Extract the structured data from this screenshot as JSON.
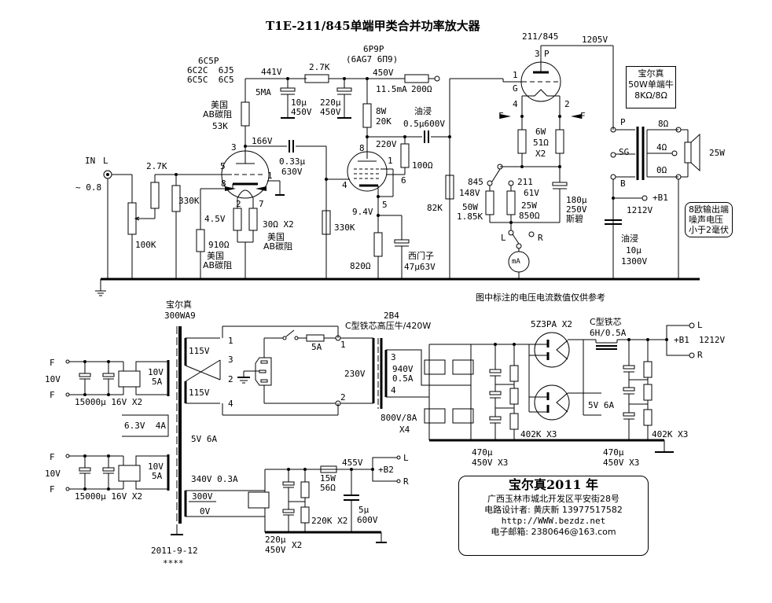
{
  "title": "T1E-211/845单端甲类合并功率放大器",
  "disclaimer": "图中标注的电压电流数值仅供参考",
  "input": {
    "label": "IN",
    "channel": "L",
    "level": "~ 0.8"
  },
  "stage1": {
    "tube": "6C5P",
    "equivalents_line1": "6C2C  6J5",
    "equivalents_line2": "6C5C  6C5",
    "supply_voltage": "441V",
    "plate_current": "5MA",
    "plate_voltage": "166V",
    "plate_resistor": {
      "brand_line1": "美国",
      "brand_line2": "AB碳阻",
      "value": "53K"
    },
    "grid_stopper": "2.7K",
    "volume_pot": "100K",
    "grid_leak": "330K",
    "cathode_voltage": "4.5V",
    "cathode_resistor": {
      "value": "910Ω",
      "brand_line1": "美国",
      "brand_line2": "AB碳阻"
    },
    "filament_resistors": {
      "value": "30Ω X2",
      "brand_line1": "美国",
      "brand_line2": "AB碳阻"
    },
    "coupling_cap": {
      "value": "0.33μ",
      "voltage": "630V"
    },
    "pins": {
      "p3": "3",
      "p5": "5",
      "p8": "8",
      "p1": "1",
      "p2": "2",
      "p7": "7"
    }
  },
  "decoupling": {
    "resistor": "2.7K",
    "cap1": {
      "value": "10μ",
      "voltage": "450V"
    },
    "cap2": {
      "value": "220μ",
      "voltage": "450V"
    }
  },
  "stage2": {
    "tube": "6P9P",
    "equivalents": "(6AG7 6Π9)",
    "supply_voltage": "450V",
    "dropping_resistor": "200Ω",
    "plate_current": "11.5mA",
    "plate_resistor": {
      "power": "8W",
      "value": "20K"
    },
    "plate_voltage": "220V",
    "screen_resistor": "100Ω",
    "grid_leak": "330K",
    "cathode_voltage": "9.4V",
    "cathode_resistor": "820Ω",
    "cathode_cap": {
      "brand": "西门子",
      "value": "47μ63V"
    },
    "coupling_cap": {
      "type": "油浸",
      "value": "0.5μ600V"
    },
    "pins": {
      "p8": "8",
      "p1": "1",
      "p6": "6",
      "p4": "4",
      "p5": "5"
    }
  },
  "output_stage": {
    "tube": "211/845",
    "plate_voltage": "1205V",
    "pins": {
      "p3": "3",
      "plate": "P",
      "p1": "1",
      "grid": "G",
      "p4": "4",
      "p2": "2"
    },
    "filament_label": "F",
    "grid_resistor": "82K",
    "filament_resistors": {
      "power": "6W",
      "value": "51Ω",
      "count": "X2"
    },
    "bias_845": {
      "label": "845",
      "voltage": "148V",
      "power": "50W",
      "value": "1.85K"
    },
    "bias_211": {
      "label": "211",
      "voltage": "61V",
      "power": "25W",
      "value": "850Ω"
    },
    "cathode_cap": {
      "value": "180μ",
      "voltage": "250V",
      "brand": "斯碧"
    },
    "meter_switch": {
      "left": "L",
      "right": "R"
    },
    "meter": "mA"
  },
  "output_transformer": {
    "brand": "宝尔真",
    "spec": "50W单端牛",
    "impedance": "8KΩ/8Ω",
    "primary_taps": [
      "P",
      "SG",
      "B"
    ],
    "secondary_taps": [
      "8Ω",
      "4Ω",
      "0Ω"
    ],
    "speaker_power": "25W",
    "b1_label": "+B1",
    "b1_voltage": "1212V",
    "filter_cap": {
      "type": "油浸",
      "value": "10μ",
      "voltage": "1300V"
    },
    "noise_note_line1": "8欧输出端",
    "noise_note_line2": "噪声电压",
    "noise_note_line3": "小于2毫伏"
  },
  "power_transformer": {
    "brand": "宝尔真",
    "model": "300WA9",
    "primary_windings": [
      "115V",
      "115V"
    ],
    "primary_pins": [
      "1",
      "3",
      "2",
      "4"
    ],
    "heater_supply_1": {
      "label_f": "F",
      "voltage": "10V",
      "winding": "10V",
      "current": "5A",
      "caps": "15000μ 16V X2"
    },
    "heater_supply_2": {
      "label_f": "F",
      "voltage": "10V",
      "winding": "10V",
      "current": "5A",
      "caps": "15000μ 16V X2"
    },
    "winding_6v3": "6.3V  4A",
    "winding_5v": "5V 6A",
    "hv_winding": "340V 0.3A",
    "hv_tap_300": "300V",
    "hv_tap_0": "0V",
    "date": "2011-9-12",
    "stars": "****"
  },
  "hv_transformer": {
    "model": "2B4",
    "description": "C型铁芯高压牛/420W",
    "fuse": "5A",
    "primary": "230V",
    "primary_pins": [
      "1",
      "2"
    ],
    "secondary_pins": [
      "3",
      "4"
    ],
    "secondary_voltage": "940V",
    "secondary_current": "0.5A",
    "bridge_spec": "800V/8A",
    "bridge_count": "X4"
  },
  "hv_supply": {
    "rectifier": "5Z3PA X2",
    "choke": {
      "type": "C型铁芯",
      "value": "6H/0.5A"
    },
    "heater": "5V 6A",
    "cap_bank_1": {
      "value": "470μ",
      "voltage": "450V X3"
    },
    "res_bank_1": "402K X3",
    "cap_bank_2": {
      "value": "470μ",
      "voltage": "450V X3"
    },
    "res_bank_2": "402K X3",
    "output_label": "+B1",
    "output_voltage": "1212V",
    "outputs": [
      "L",
      "R"
    ]
  },
  "b2_supply": {
    "caps": {
      "value": "220μ",
      "voltage": "450V",
      "count": "X2"
    },
    "bleeders": "220K X2",
    "resistor": {
      "power": "15W",
      "value": "56Ω"
    },
    "voltage": "455V",
    "output_label": "+B2",
    "outputs": [
      "L",
      "R"
    ],
    "filter_cap": {
      "value": "5μ",
      "voltage": "600V"
    }
  },
  "credits": {
    "heading": "宝尔真2011 年",
    "address": "广西玉林市城北开发区平安街28号",
    "designer": "电路设计者: 黄庆新    13977517582",
    "website": "http://WWW.bezdz.net",
    "email": "电子邮箱: 2380646@163.com"
  }
}
